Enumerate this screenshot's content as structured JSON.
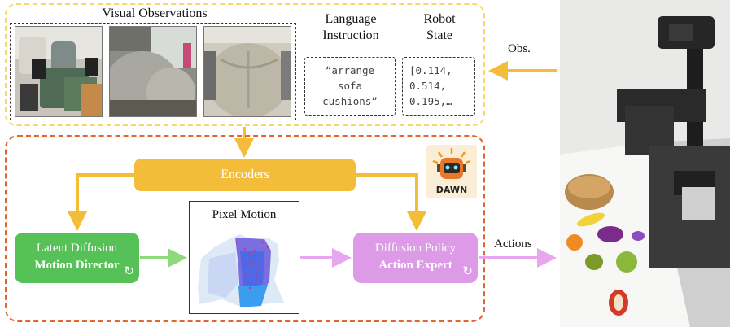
{
  "observations": {
    "title": "Visual Observations",
    "language_title_line1": "Language",
    "language_title_line2": "Instruction",
    "instruction_lines": [
      "“arrange",
      "sofa",
      "cushions”"
    ],
    "robot_title_line1": "Robot",
    "robot_title_line2": "State",
    "state_lines": [
      "[0.114,",
      "0.514,",
      "0.195,…"
    ]
  },
  "obs_arrow_label": "Obs.",
  "encoders_label": "Encoders",
  "motion_director": {
    "line1": "Latent Diffusion",
    "line2": "Motion Director"
  },
  "pixel_motion_title": "Pixel Motion",
  "action_expert": {
    "line1": "Diffusion Policy",
    "line2": "Action Expert"
  },
  "actions_label": "Actions",
  "logo_text": "DAWN",
  "icons": {
    "refresh": "refresh-icon",
    "logo": "robot-logo-icon"
  },
  "colors": {
    "obs_border": "#f6d96a",
    "main_border": "#e4642e",
    "encoders": "#f3bd3a",
    "motion_director": "#55c157",
    "action_expert": "#dd9ae6",
    "arrow_orange": "#f3bd3a",
    "arrow_green": "#8ed97c",
    "arrow_pink": "#e8a6ee"
  }
}
